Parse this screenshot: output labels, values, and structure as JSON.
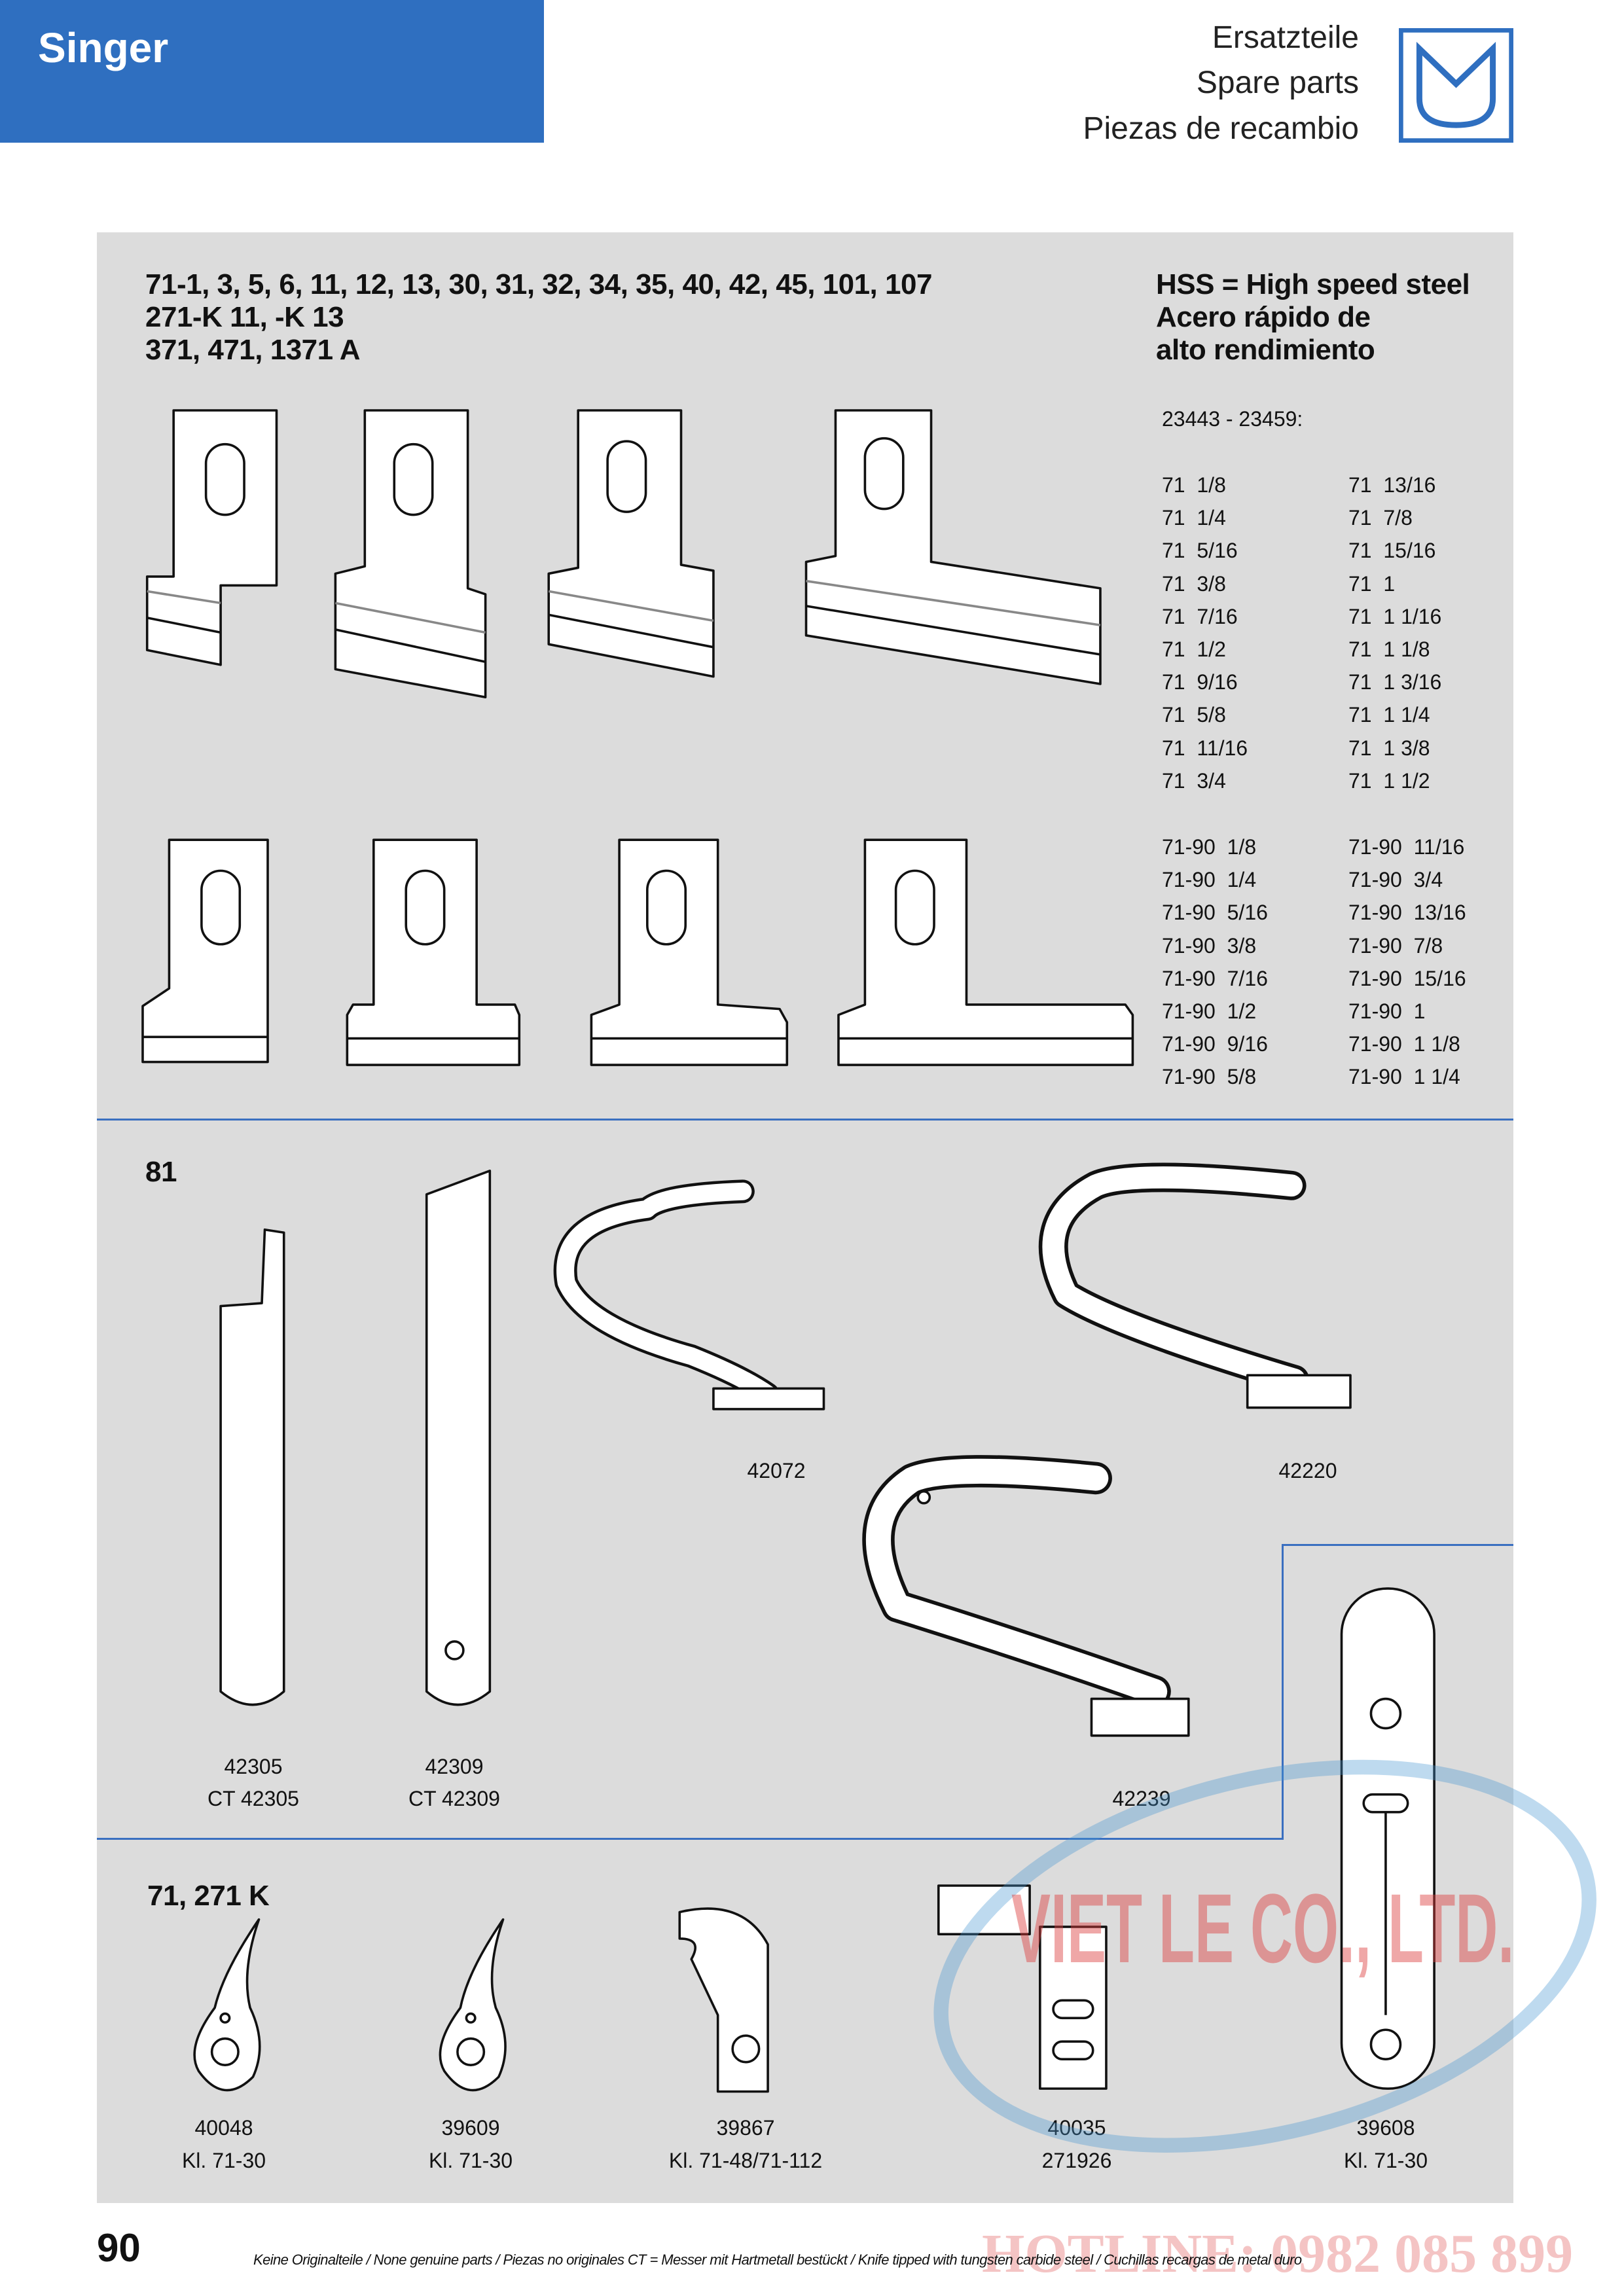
{
  "header": {
    "brand": "Singer",
    "languages": [
      "Ersatzteile",
      "Spare parts",
      "Piezas de recambio"
    ],
    "logo": "M-logo"
  },
  "section1": {
    "title_lines": [
      "71-1, 3, 5, 6, 11, 12, 13, 30, 31, 32, 34, 35, 40, 42, 45, 101, 107",
      "271-K 11, -K 13",
      "371, 471, 1371 A"
    ],
    "hss_lines": [
      "HSS = High speed steel",
      "Acero rápido de",
      "alto rendimiento"
    ],
    "range": "23443 - 23459:",
    "list71_col1": [
      "71  1/8",
      "71  1/4",
      "71  5/16",
      "71  3/8",
      "71  7/16",
      "71  1/2",
      "71  9/16",
      "71  5/8",
      "71  11/16",
      "71  3/4"
    ],
    "list71_col2": [
      "71  13/16",
      "71  7/8",
      "71  15/16",
      "71  1",
      "71  1 1/16",
      "71  1 1/8",
      "71  1 3/16",
      "71  1 1/4",
      "71  1 3/8",
      "71  1 1/2"
    ],
    "list7190_col1": [
      "71-90  1/8",
      "71-90  1/4",
      "71-90  5/16",
      "71-90  3/8",
      "71-90  7/16",
      "71-90  1/2",
      "71-90  9/16",
      "71-90  5/8"
    ],
    "list7190_col2": [
      "71-90  11/16",
      "71-90  3/4",
      "71-90  13/16",
      "71-90  7/8",
      "71-90  15/16",
      "71-90  1",
      "71-90  1 1/8",
      "71-90  1 1/4"
    ]
  },
  "section2": {
    "title": "81",
    "parts": {
      "p42305": [
        "42305",
        "CT 42305"
      ],
      "p42309": [
        "42309",
        "CT 42309"
      ],
      "p42072": "42072",
      "p42220": "42220",
      "p42239": "42239"
    }
  },
  "section3": {
    "title": "71, 271 K",
    "parts": [
      {
        "number": "40048",
        "sub": "Kl. 71-30"
      },
      {
        "number": "39609",
        "sub": "Kl. 71-30"
      },
      {
        "number": "39867",
        "sub": "Kl. 71-48/71-112"
      },
      {
        "number": "40035",
        "sub": "271926"
      },
      {
        "number": "39608",
        "sub": "Kl. 71-30"
      }
    ]
  },
  "footer": {
    "page_number": "90",
    "note": "Keine Originalteile / None genuine parts / Piezas no originales    CT = Messer mit Hartmetall bestückt / Knife tipped with tungsten carbide steel / Cuchillas recargas de metal duro"
  },
  "watermark": {
    "company": "VIET LE CO., LTD.",
    "hotline": "HOTLINE: 0982 085 899"
  },
  "colors": {
    "brand_blue": "#2f6fc0",
    "panel_gray": "#dcdcdc",
    "divider_blue": "#3a6fc0"
  }
}
